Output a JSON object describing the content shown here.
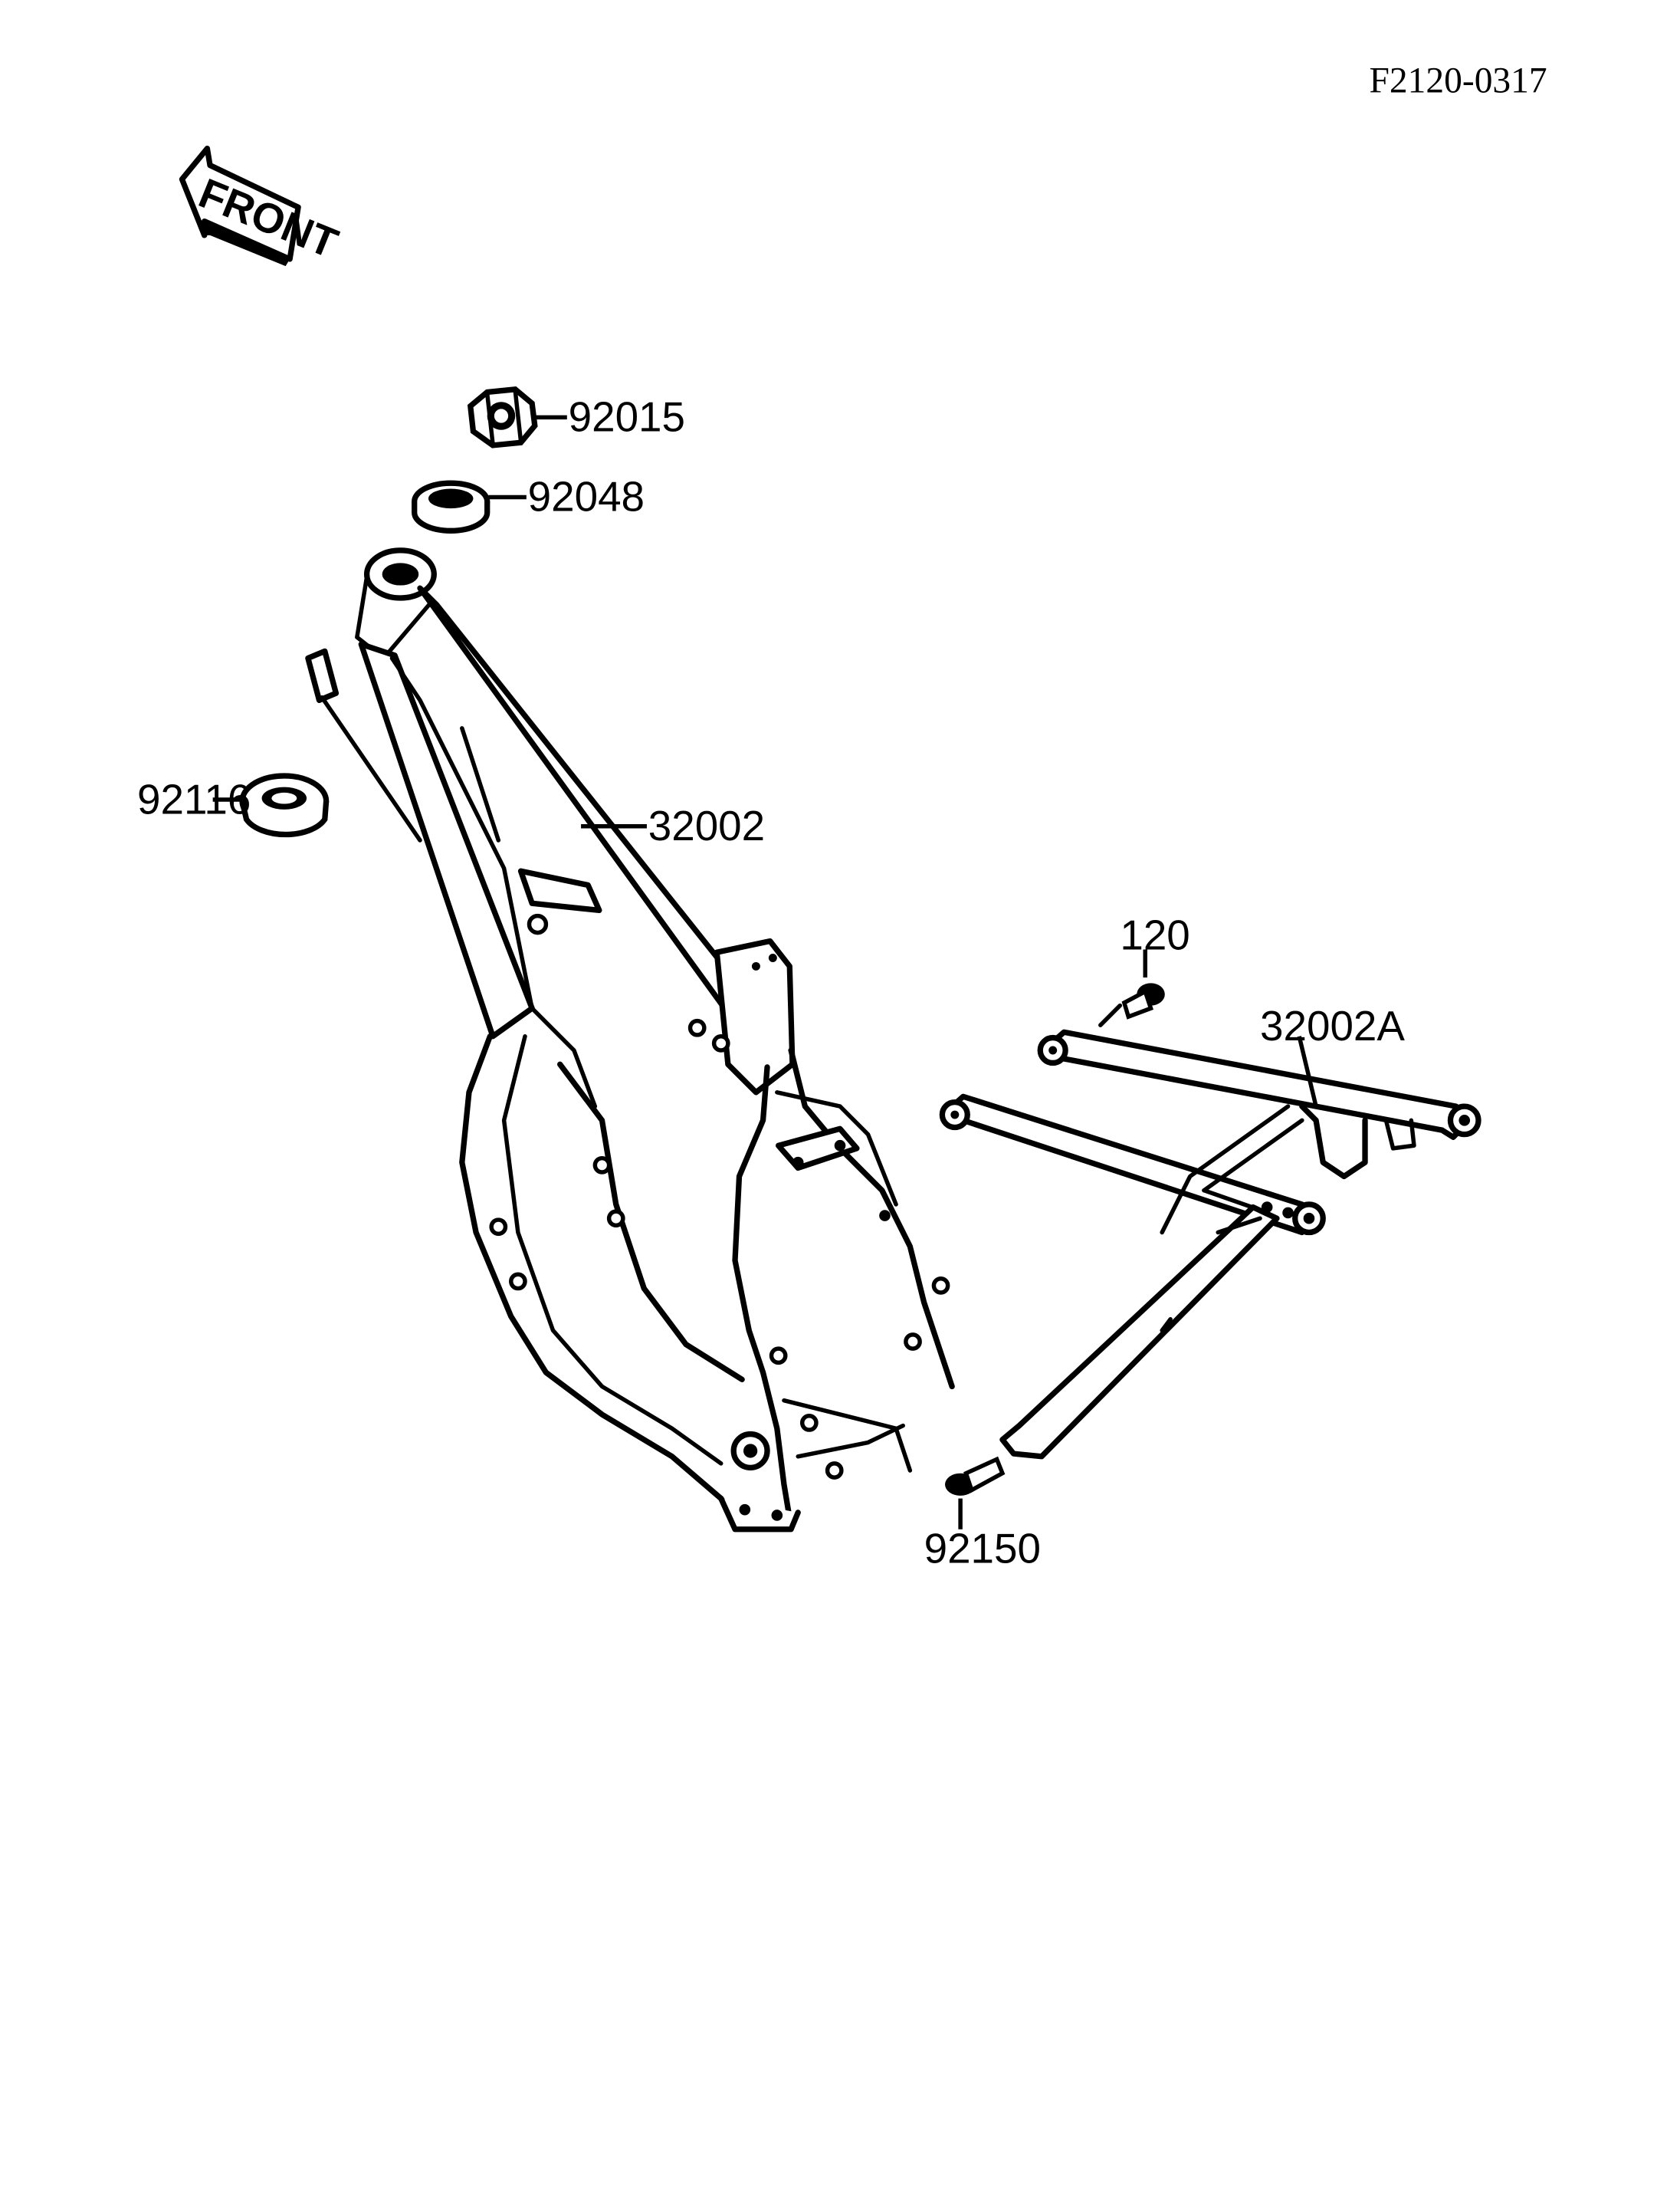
{
  "ref_code": "F2120-0317",
  "front_arrow": {
    "label": "FRONT",
    "icon": "front-arrow-icon"
  },
  "callouts": [
    {
      "id": "92015",
      "label": "92015"
    },
    {
      "id": "92048",
      "label": "92048"
    },
    {
      "id": "92116",
      "label": "92116"
    },
    {
      "id": "32002",
      "label": "32002"
    },
    {
      "id": "120",
      "label": "120"
    },
    {
      "id": "32002A",
      "label": "32002A"
    },
    {
      "id": "92150",
      "label": "92150"
    }
  ]
}
